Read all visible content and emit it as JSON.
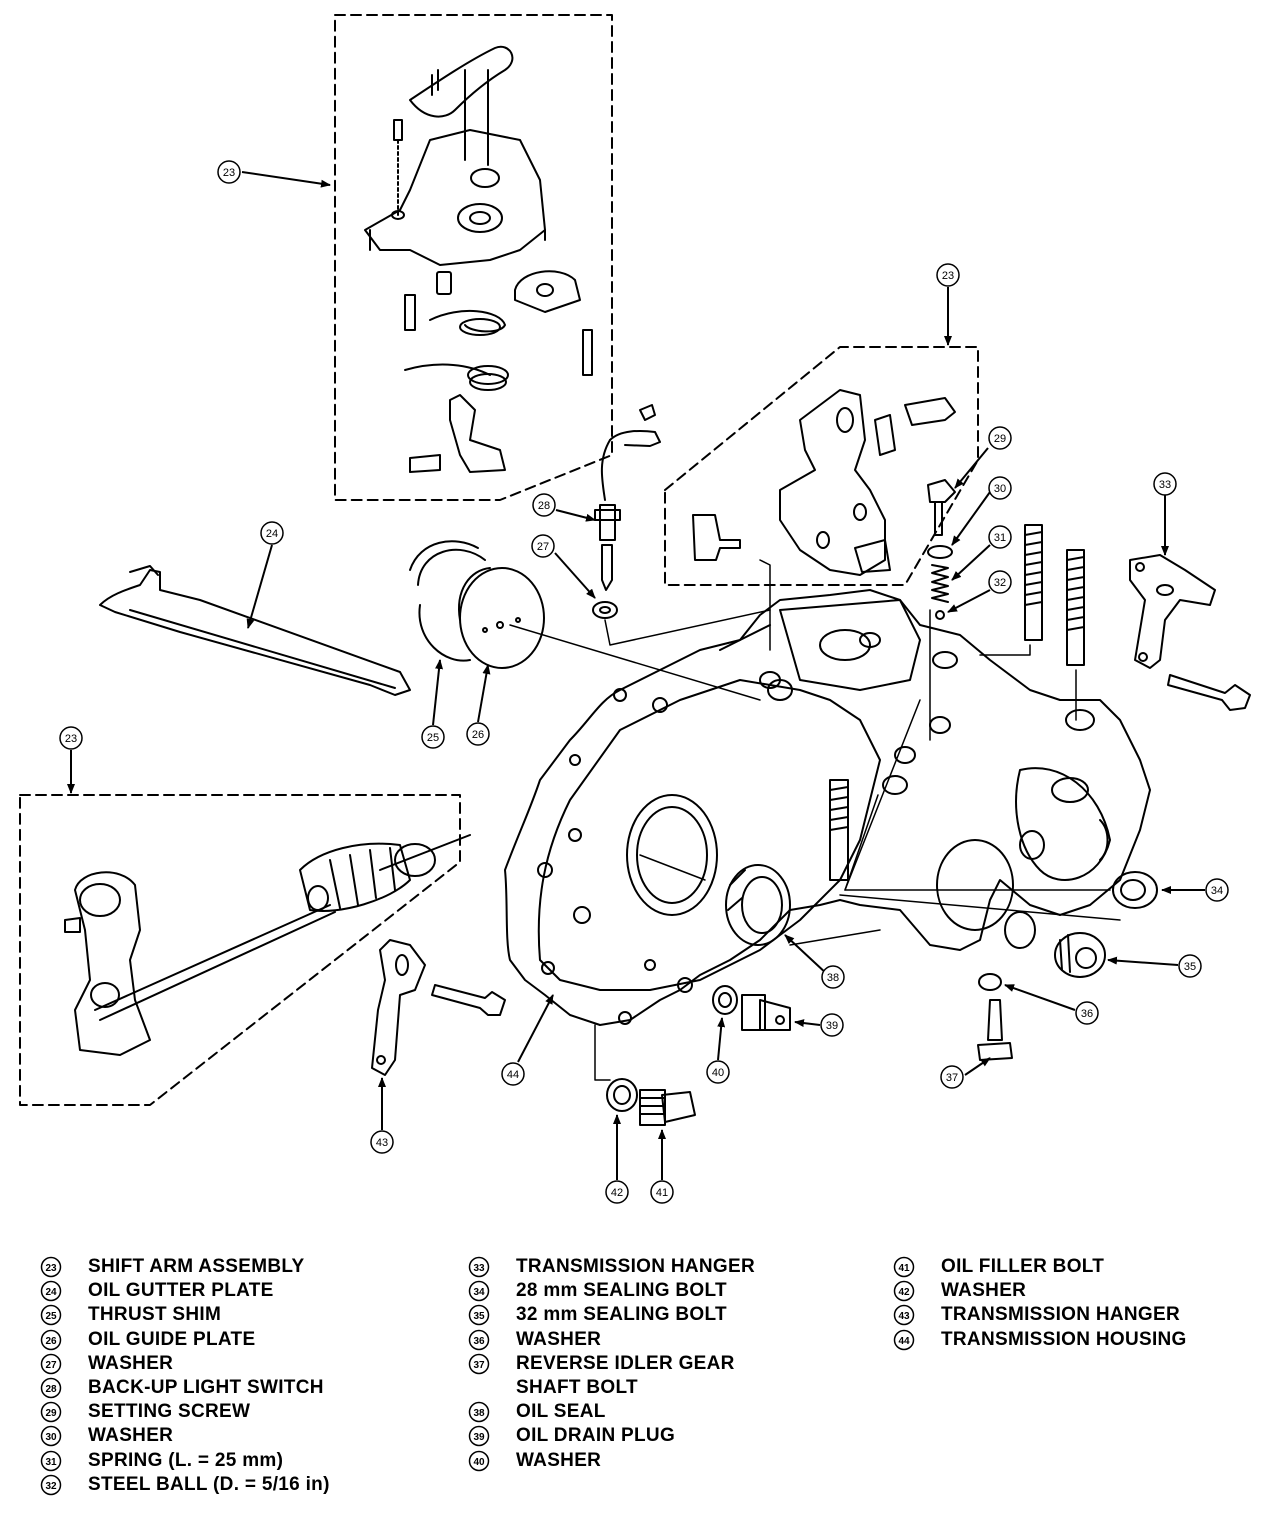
{
  "diagram": {
    "callouts": [
      {
        "id": "c23a",
        "num": "23",
        "target": "shift-arm-assembly"
      },
      {
        "id": "c23b",
        "num": "23",
        "target": "shift-arm-assembly"
      },
      {
        "id": "c23c",
        "num": "23",
        "target": "shift-arm-assembly"
      },
      {
        "id": "c24",
        "num": "24",
        "target": "oil-gutter-plate"
      },
      {
        "id": "c25",
        "num": "25",
        "target": "thrust-shim"
      },
      {
        "id": "c26",
        "num": "26",
        "target": "oil-guide-plate"
      },
      {
        "id": "c27",
        "num": "27",
        "target": "washer"
      },
      {
        "id": "c28",
        "num": "28",
        "target": "back-up-light-switch"
      },
      {
        "id": "c29",
        "num": "29",
        "target": "setting-screw"
      },
      {
        "id": "c30",
        "num": "30",
        "target": "washer"
      },
      {
        "id": "c31",
        "num": "31",
        "target": "spring"
      },
      {
        "id": "c32",
        "num": "32",
        "target": "steel-ball"
      },
      {
        "id": "c33",
        "num": "33",
        "target": "transmission-hanger"
      },
      {
        "id": "c34",
        "num": "34",
        "target": "sealing-bolt-28"
      },
      {
        "id": "c35",
        "num": "35",
        "target": "sealing-bolt-32"
      },
      {
        "id": "c36",
        "num": "36",
        "target": "washer"
      },
      {
        "id": "c37",
        "num": "37",
        "target": "reverse-idler-gear-shaft-bolt"
      },
      {
        "id": "c38",
        "num": "38",
        "target": "oil-seal"
      },
      {
        "id": "c39",
        "num": "39",
        "target": "oil-drain-plug"
      },
      {
        "id": "c40",
        "num": "40",
        "target": "washer"
      },
      {
        "id": "c41",
        "num": "41",
        "target": "oil-filler-bolt"
      },
      {
        "id": "c42",
        "num": "42",
        "target": "washer"
      },
      {
        "id": "c43",
        "num": "43",
        "target": "transmission-hanger"
      },
      {
        "id": "c44",
        "num": "44",
        "target": "transmission-housing"
      }
    ]
  },
  "legend": {
    "columns": [
      [
        {
          "num": "23",
          "label": "SHIFT ARM ASSEMBLY"
        },
        {
          "num": "24",
          "label": "OIL GUTTER PLATE"
        },
        {
          "num": "25",
          "label": "THRUST SHIM"
        },
        {
          "num": "26",
          "label": "OIL GUIDE PLATE"
        },
        {
          "num": "27",
          "label": "WASHER"
        },
        {
          "num": "28",
          "label": "BACK-UP LIGHT SWITCH"
        },
        {
          "num": "29",
          "label": "SETTING SCREW"
        },
        {
          "num": "30",
          "label": "WASHER"
        },
        {
          "num": "31",
          "label": "SPRING (L. = 25 mm)"
        },
        {
          "num": "32",
          "label": "STEEL BALL (D. = 5/16 in)"
        }
      ],
      [
        {
          "num": "33",
          "label": "TRANSMISSION HANGER"
        },
        {
          "num": "34",
          "label": "28 mm SEALING BOLT"
        },
        {
          "num": "35",
          "label": "32 mm SEALING BOLT"
        },
        {
          "num": "36",
          "label": "WASHER"
        },
        {
          "num": "37",
          "label": "REVERSE IDLER GEAR"
        },
        {
          "num": "",
          "label": "SHAFT BOLT"
        },
        {
          "num": "38",
          "label": "OIL SEAL"
        },
        {
          "num": "39",
          "label": "OIL DRAIN PLUG"
        },
        {
          "num": "40",
          "label": "WASHER"
        }
      ],
      [
        {
          "num": "41",
          "label": "OIL FILLER BOLT"
        },
        {
          "num": "42",
          "label": "WASHER"
        },
        {
          "num": "43",
          "label": "TRANSMISSION HANGER"
        },
        {
          "num": "44",
          "label": "TRANSMISSION HOUSING"
        }
      ]
    ]
  }
}
